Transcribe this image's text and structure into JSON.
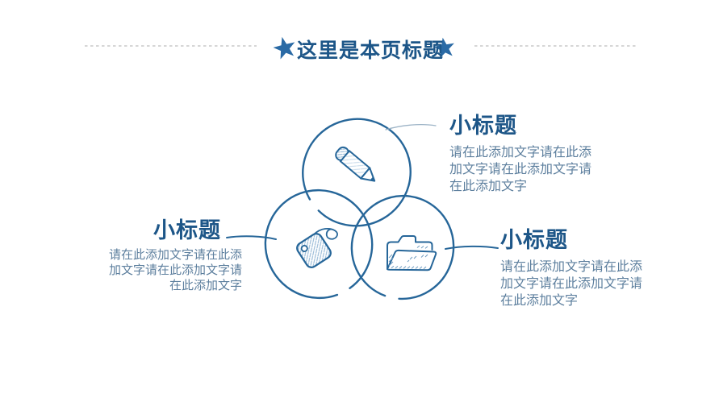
{
  "slide": {
    "title": "这里是本页标题"
  },
  "colors": {
    "background": "#ffffff",
    "title_text": "#1d5688",
    "heading_text": "#1d5688",
    "body_text": "#5d7f9e",
    "circle_stroke": "#266699",
    "star_fill": "#2a6aa5",
    "dash_line": "#c9c9c9",
    "connector_light": "#9cb3c6",
    "icon_hatch": "#9dbdd9"
  },
  "sections": {
    "top_right": {
      "heading": "小标题",
      "lines": [
        "请在此添加文字请在此添",
        "加文字请在此添加文字请",
        "在此添加文字"
      ]
    },
    "left": {
      "heading": "小标题",
      "lines": [
        "请在此添加文字请在此添",
        "加文字请在此添加文字请",
        "在此添加文字"
      ]
    },
    "bottom_right": {
      "heading": "小标题",
      "lines": [
        "请在此添加文字请在此添",
        "加文字请在此添加文字请",
        "在此添加文字"
      ]
    }
  },
  "diagram": {
    "circles": [
      {
        "position": "top",
        "icon": "pencil-icon"
      },
      {
        "position": "bottom-left",
        "icon": "tag-icon"
      },
      {
        "position": "bottom-right",
        "icon": "folder-icon"
      }
    ]
  }
}
